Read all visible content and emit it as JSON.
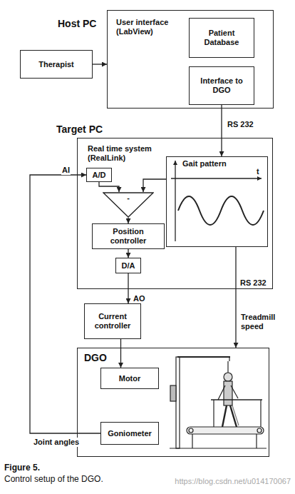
{
  "diagram": {
    "caption": "Control setup of the DGO.",
    "nodes": [
      {
        "text": [
          "Host PC",
          "User interface (LabView)"
        ]
      },
      {
        "text": [
          "Patient Database"
        ],
        "in": 0
      },
      {
        "text": [
          "Interface to DGO"
        ],
        "in": 0
      },
      {
        "text": [
          "Therapist"
        ]
      },
      {
        "text": [
          "Target PC",
          "Real time system (RealLink)"
        ]
      },
      {
        "text": [
          "A/D"
        ],
        "in": 4
      },
      {
        "text": [
          "Gait pattern",
          "t"
        ],
        "in": 4
      },
      {
        "text": [
          "-"
        ],
        "in": 4
      },
      {
        "text": [
          "Position controller"
        ],
        "in": 4
      },
      {
        "text": [
          "D/A"
        ],
        "in": 4
      },
      {
        "text": [
          "Current controller"
        ]
      },
      {
        "text": [
          "DGO"
        ]
      },
      {
        "text": [
          "Motor"
        ],
        "in": 11
      },
      {
        "text": [
          "Goniometer"
        ],
        "in": 11
      }
    ],
    "edges": [
      {
        "from": 3,
        "to": 0,
        "arrow": "to"
      },
      {
        "from": 2,
        "to": 6,
        "arrow": "to",
        "label": "RS 232"
      },
      {
        "from": 5,
        "to": 7,
        "arrow": "to"
      },
      {
        "from": 6,
        "to": 7,
        "arrow": "to"
      },
      {
        "from": 7,
        "to": 8,
        "arrow": "to"
      },
      {
        "from": 8,
        "to": 9,
        "arrow": "to"
      },
      {
        "from": 9,
        "to": 10,
        "arrow": "to",
        "label": "AO"
      },
      {
        "from": 10,
        "to": 12,
        "arrow": "to"
      },
      {
        "from": 6,
        "to": 11,
        "arrow": "to",
        "label": "Treadmill speed"
      },
      {
        "from": 13,
        "to": 5,
        "arrow": "to",
        "label": "Joint angles"
      }
    ],
    "labels": [
      "AI",
      "RS 232",
      "Figure 5.",
      "https://blog.csdn.net/u014170067"
    ]
  }
}
